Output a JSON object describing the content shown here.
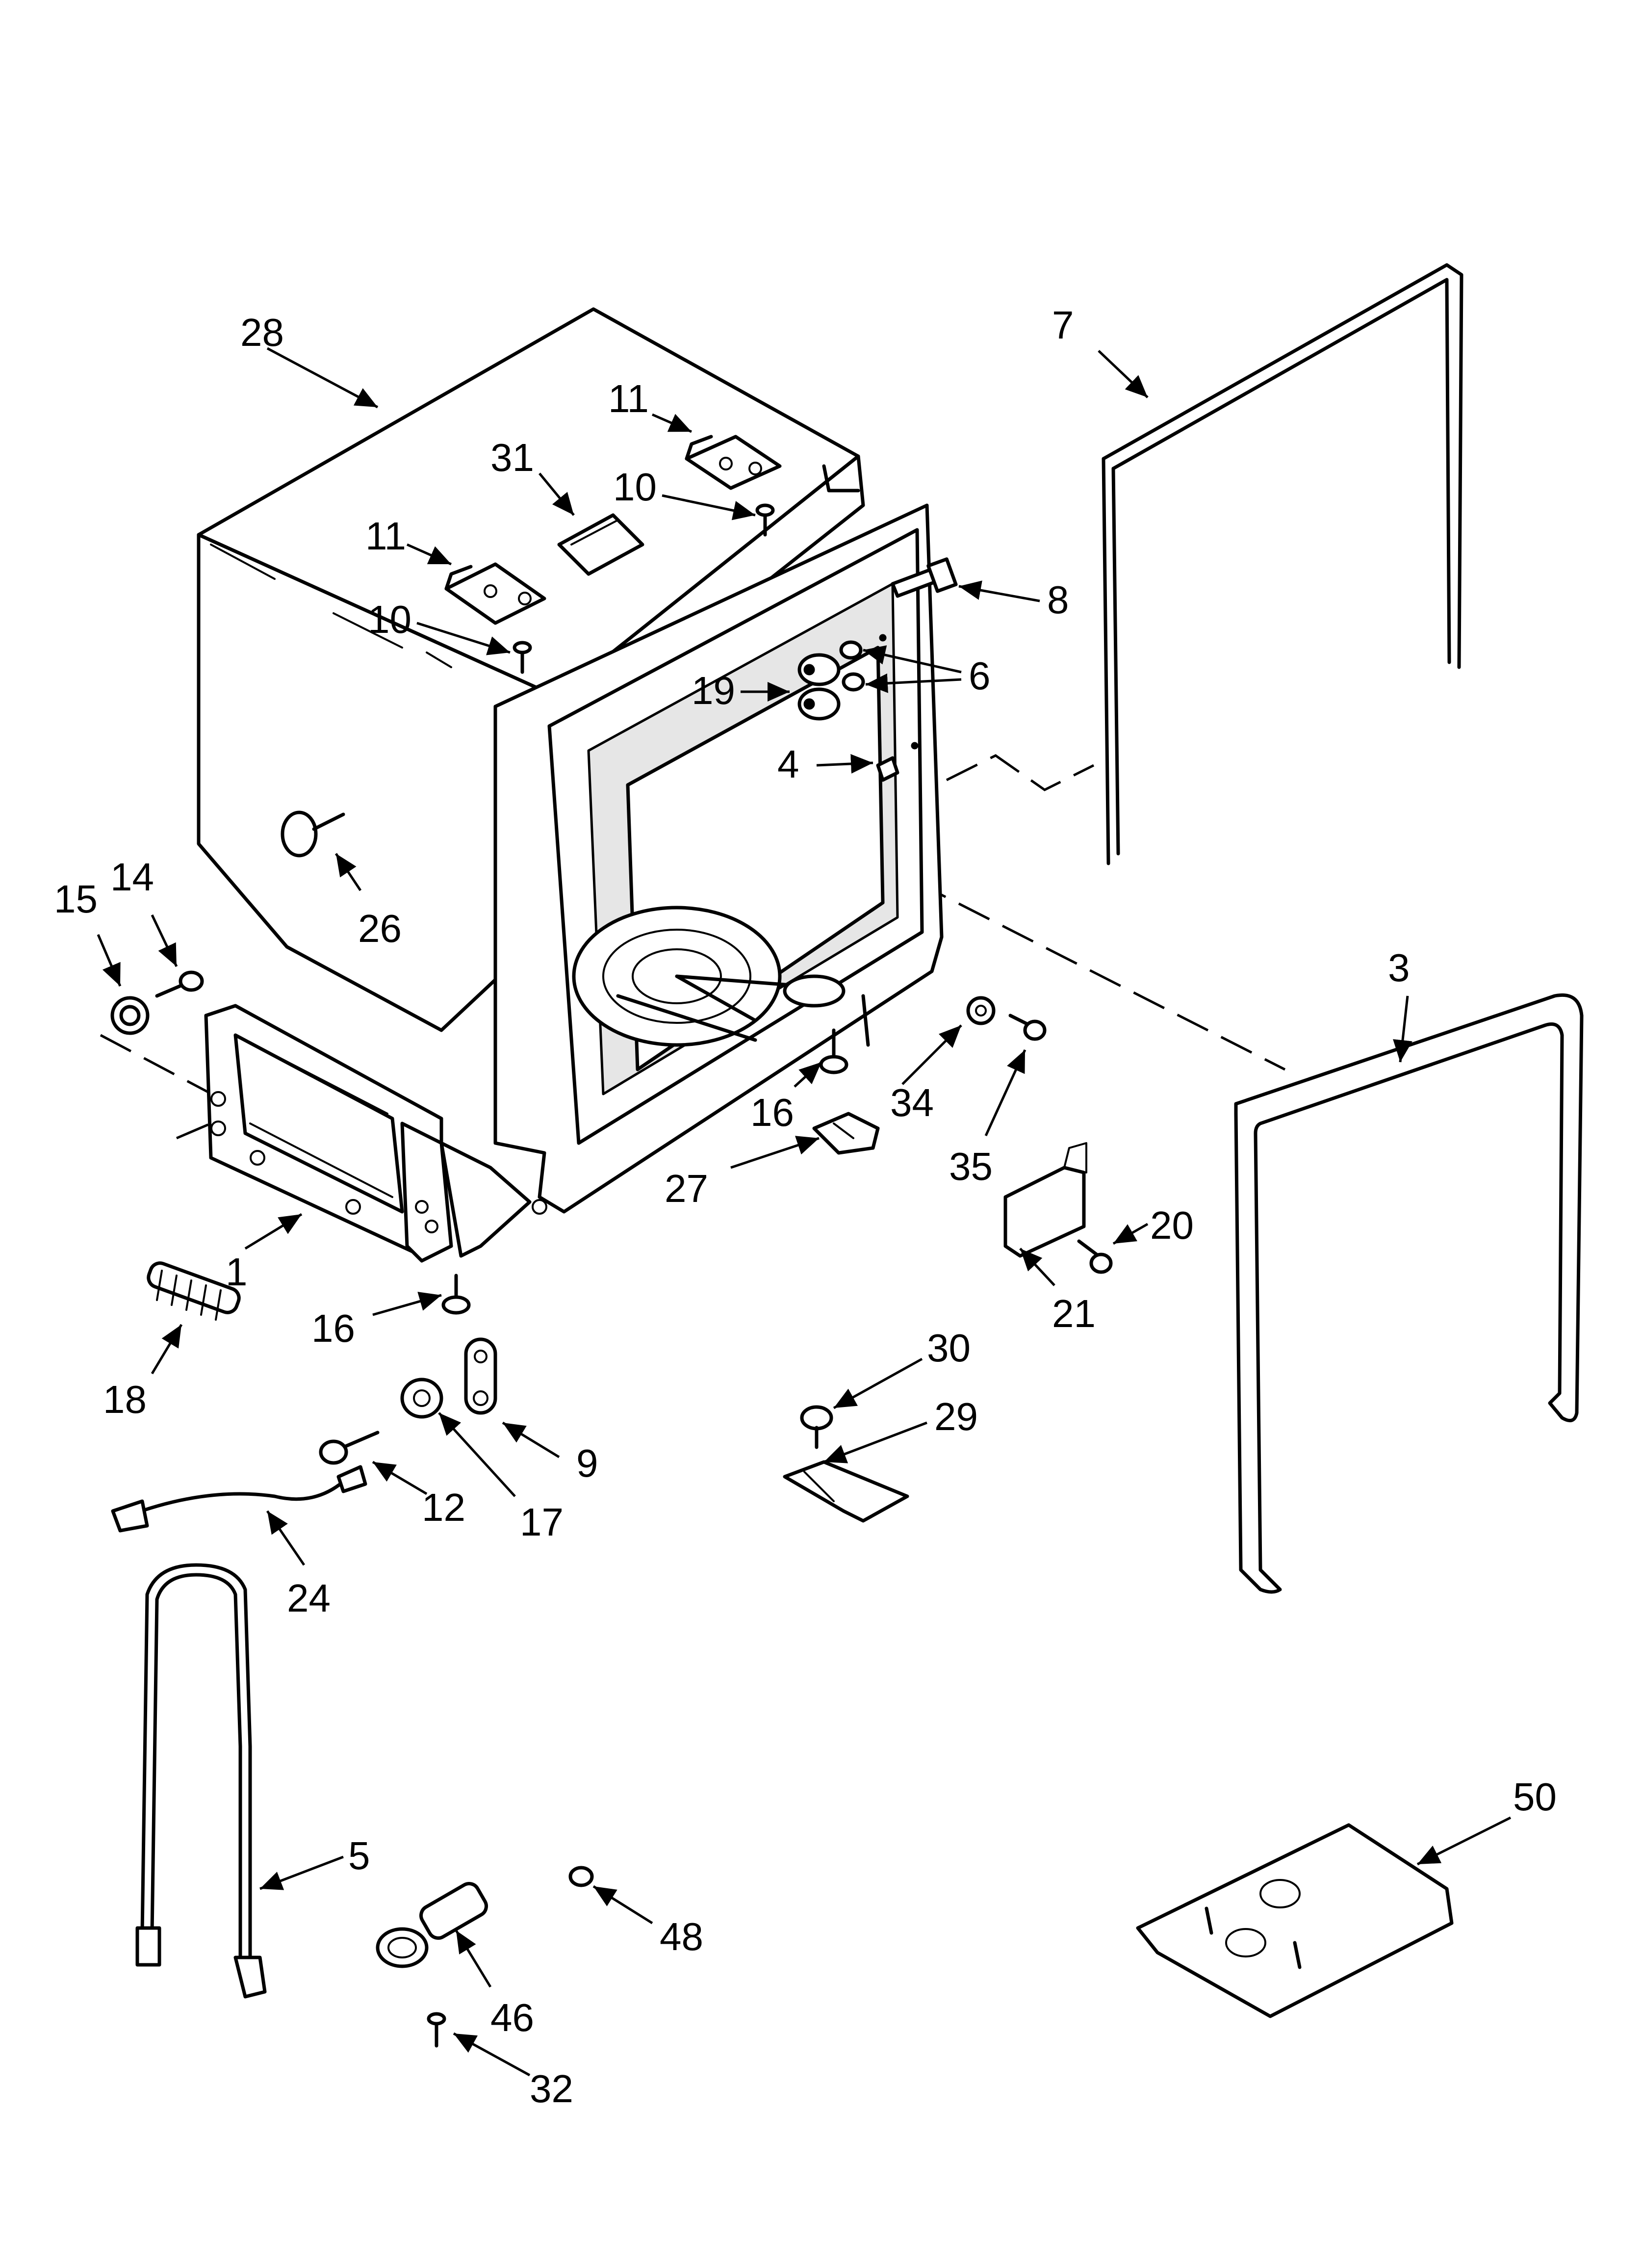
{
  "diagram": {
    "type": "exploded-parts-view",
    "callouts": [
      "28",
      "11",
      "31",
      "10",
      "11",
      "10",
      "7",
      "8",
      "6",
      "19",
      "4",
      "26",
      "15",
      "14",
      "3",
      "16",
      "34",
      "27",
      "35",
      "20",
      "21",
      "1",
      "16",
      "18",
      "30",
      "29",
      "9",
      "12",
      "17",
      "24",
      "5",
      "50",
      "48",
      "46",
      "32"
    ]
  }
}
